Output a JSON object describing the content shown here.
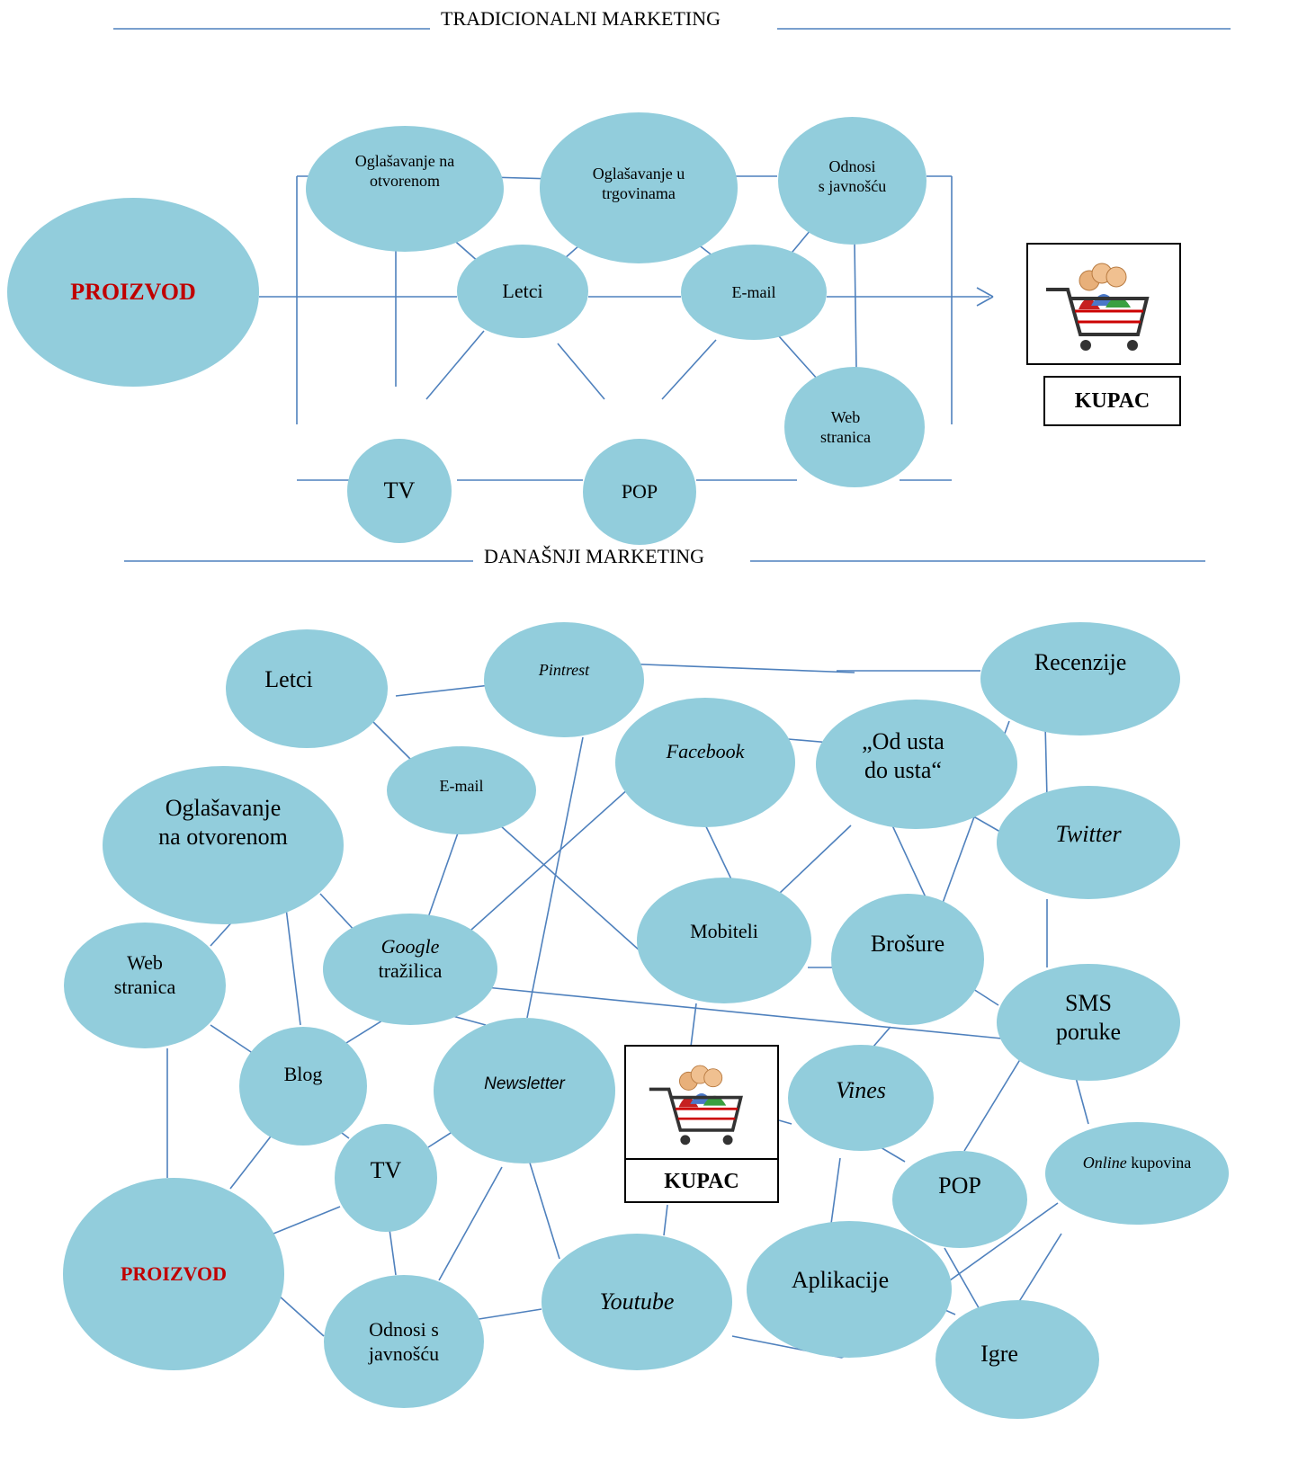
{
  "colors": {
    "node_fill": "#92CDDC",
    "line": "#4F81BD",
    "product_text": "#C00000"
  },
  "traditional": {
    "title": "TRADICIONALNI MARKETING",
    "product": "PROIZVOD",
    "customer": "KUPAC",
    "nodes": {
      "outdoor": "Oglašavanje na\notvorenom",
      "store": "Oglašavanje u\ntrgovinama",
      "pr": "Odnosi\ns javnošću",
      "flyers": "Letci",
      "email": "E-mail",
      "web": "Web\nstranica",
      "tv": "TV",
      "pop": "POP"
    }
  },
  "modern": {
    "title": "DANAŠNJI MARKETING",
    "product": "PROIZVOD",
    "customer": "KUPAC",
    "nodes": {
      "flyers": "Letci",
      "pintrest": "Pintrest",
      "reviews": "Recenzije",
      "email": "E-mail",
      "facebook": "Facebook",
      "wom": "„Od usta\ndo usta“",
      "outdoor": "Oglašavanje\nna  otvorenom",
      "twitter": "Twitter",
      "web": "Web\nstranica",
      "google_1": "Google",
      "google_2": "tražilica",
      "mobiles": "Mobiteli",
      "brochures": "Brošure",
      "sms": "SMS\nporuke",
      "blog": "Blog",
      "newsletter": "Newsletter",
      "vines": "Vines",
      "tv": "TV",
      "pop": "POP",
      "online_1": "Online",
      "online_2": " kupovina",
      "apps": "Aplikacije",
      "youtube": "Youtube",
      "pr": "Odnosi s\njavnošću",
      "games": "Igre"
    }
  }
}
